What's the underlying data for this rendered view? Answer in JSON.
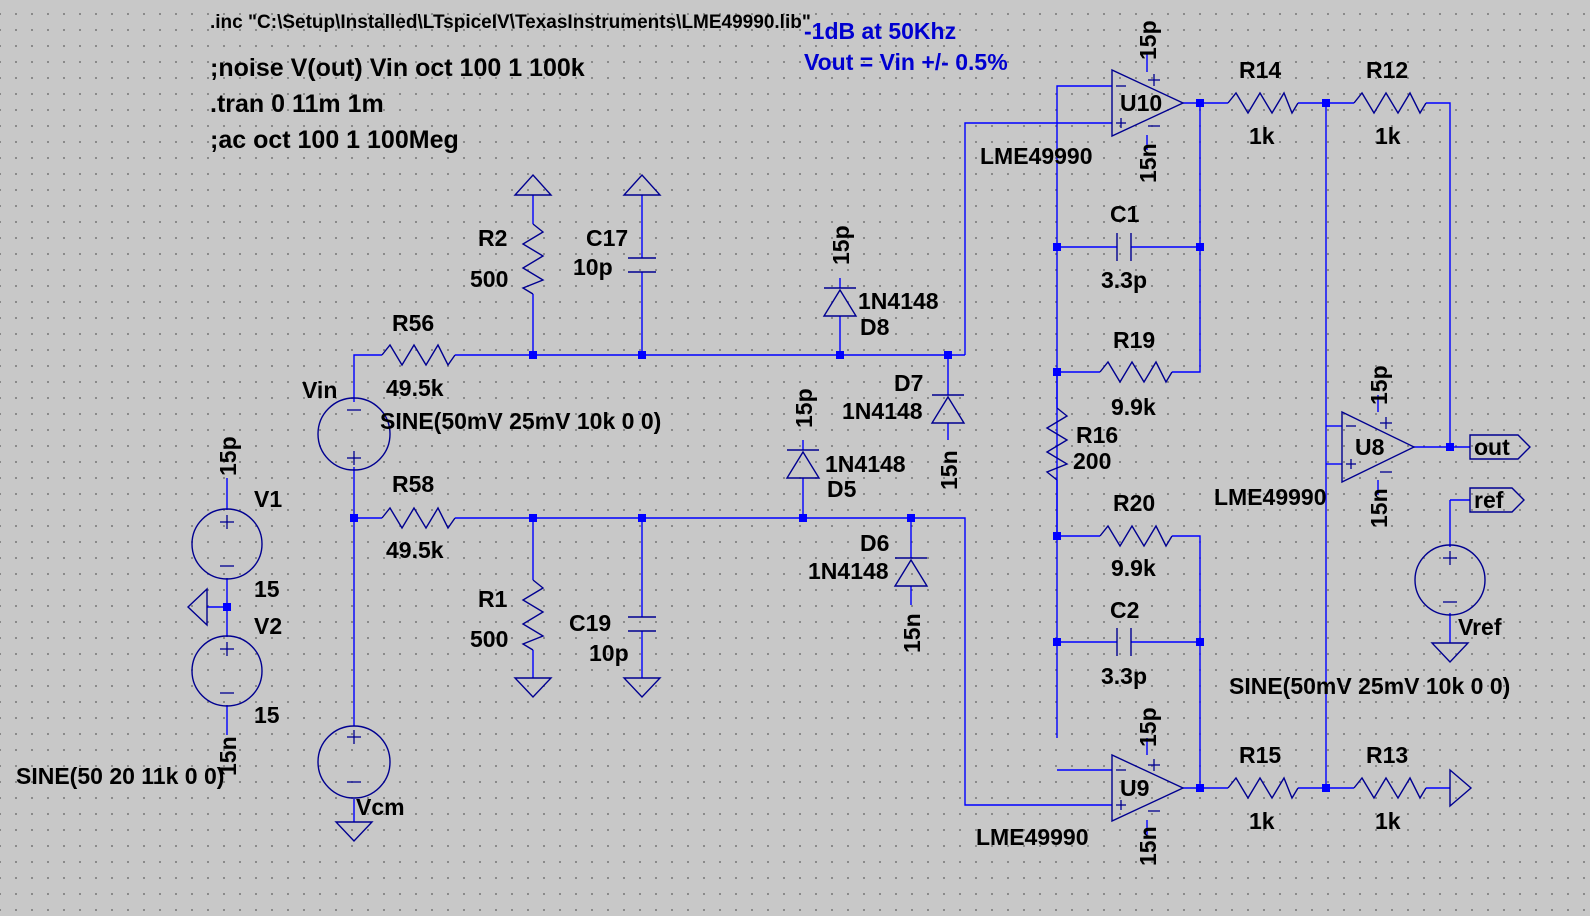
{
  "directives": {
    "include": ".inc \"C:\\Setup\\Installed\\LTspiceIV\\TexasInstruments\\LME49990.lib\"",
    "noise": ";noise V(out) Vin oct 100 1 100k",
    "tran": ".tran 0 11m 1m",
    "ac": ";ac oct 100 1 100Meg"
  },
  "comments": {
    "line1": "-1dB at 50Khz",
    "line2": "Vout = Vin +/- 0.5%"
  },
  "colors": {
    "wire": "#0000ff",
    "symbol": "#000090",
    "comment": "#0000d0",
    "background": "#c8c8c8"
  },
  "components": {
    "R56": {
      "name": "R56",
      "value": "49.5k"
    },
    "R58": {
      "name": "R58",
      "value": "49.5k"
    },
    "R2": {
      "name": "R2",
      "value": "500"
    },
    "R1": {
      "name": "R1",
      "value": "500"
    },
    "C17": {
      "name": "C17",
      "value": "10p"
    },
    "C19": {
      "name": "C19",
      "value": "10p"
    },
    "D8": {
      "name": "D8",
      "model": "1N4148"
    },
    "D7": {
      "name": "D7",
      "model": "1N4148"
    },
    "D5": {
      "name": "D5",
      "model": "1N4148"
    },
    "D6": {
      "name": "D6",
      "model": "1N4148"
    },
    "R14": {
      "name": "R14",
      "value": "1k"
    },
    "R12": {
      "name": "R12",
      "value": "1k"
    },
    "R15": {
      "name": "R15",
      "value": "1k"
    },
    "R13": {
      "name": "R13",
      "value": "1k"
    },
    "R16": {
      "name": "R16",
      "value": "200"
    },
    "R19": {
      "name": "R19",
      "value": "9.9k"
    },
    "R20": {
      "name": "R20",
      "value": "9.9k"
    },
    "C1": {
      "name": "C1",
      "value": "3.3p"
    },
    "C2": {
      "name": "C2",
      "value": "3.3p"
    },
    "U10": {
      "name": "U10",
      "model": "LME49990"
    },
    "U9": {
      "name": "U9",
      "model": "LME49990"
    },
    "U8": {
      "name": "U8",
      "model": "LME49990"
    },
    "Vin": {
      "name": "Vin",
      "value": "SINE(50mV 25mV 10k 0 0)"
    },
    "Vcm": {
      "name": "Vcm",
      "value": "SINE(50 20 11k 0 0)"
    },
    "V1": {
      "name": "V1",
      "value": "15"
    },
    "V2": {
      "name": "V2",
      "value": "15"
    },
    "Vref": {
      "name": "Vref",
      "value": "SINE(50mV 25mV 10k 0 0)"
    }
  },
  "nets": {
    "pos": "15p",
    "neg": "15n",
    "out": "out",
    "ref": "ref"
  }
}
